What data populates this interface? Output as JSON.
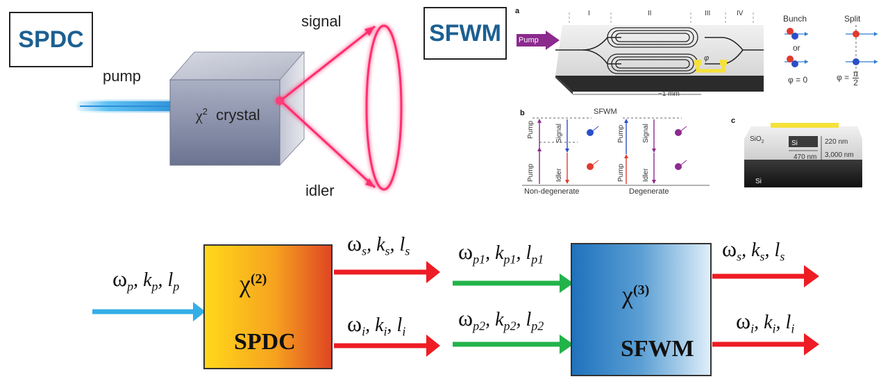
{
  "top_left": {
    "heading": "SPDC",
    "pump_label": "pump",
    "crystal_label": "crystal",
    "crystal_chi": "χ",
    "crystal_power": "2",
    "signal_label": "signal",
    "idler_label": "idler"
  },
  "top_right": {
    "heading": "SFWM",
    "panel_a": {
      "letter": "a",
      "section_labels": [
        "I",
        "II",
        "III",
        "IV"
      ],
      "pump_arrow": "Pump",
      "phase_symbol": "φ",
      "scale_label": "~1 mm",
      "bunch_label": "Bunch",
      "or_label": "or",
      "split_label": "Split",
      "bunch_phase": "φ = 0",
      "split_phase_prefix": "φ =",
      "split_phase_num": "π",
      "split_phase_den": "2"
    },
    "panel_b": {
      "letter": "b",
      "title": "SFWM",
      "left_labels": {
        "pump_top": "Pump",
        "pump_bottom": "Pump",
        "signal": "Signal",
        "idler": "Idler"
      },
      "right_labels": {
        "pump_top": "Pump",
        "pump_bottom": "Pump",
        "signal": "Signal",
        "idler": "Idler"
      },
      "caption_left": "Non-degenerate",
      "caption_right": "Degenerate"
    },
    "panel_c": {
      "letter": "c",
      "cladding": "SiO",
      "cladding_sub": "2",
      "core": "Si",
      "substrate": "Si",
      "height": "220 nm",
      "width": "470 nm",
      "box_thickness": "3,000 nm"
    }
  },
  "bottom": {
    "spdc_block": {
      "chi": "χ",
      "order": "(2)",
      "name": "SPDC"
    },
    "sfwm_block": {
      "chi": "χ",
      "order": "(3)",
      "name": "SFWM"
    },
    "spdc_input": {
      "w": "ω",
      "ws": "p",
      "k": ", k",
      "ks": "p",
      "l": ", l",
      "ls": "p"
    },
    "spdc_signal": {
      "w": "ω",
      "ws": "s",
      "k": ", k",
      "ks": "s",
      "l": ", l",
      "ls": "s"
    },
    "spdc_idler": {
      "w": "ω",
      "ws": "i",
      "k": ", k",
      "ks": "i",
      "l": ", l",
      "ls": "i"
    },
    "sfwm_pump1": {
      "w": "ω",
      "ws": "p1",
      "k": ", k",
      "ks": "p1",
      "l": ", l",
      "ls": "p1"
    },
    "sfwm_pump2": {
      "w": "ω",
      "ws": "p2",
      "k": ", k",
      "ks": "p2",
      "l": ", l",
      "ls": "p2"
    },
    "sfwm_signal": {
      "w": "ω",
      "ws": "s",
      "k": ", k",
      "ks": "s",
      "l": ", l",
      "ls": "s"
    },
    "sfwm_idler": {
      "w": "ω",
      "ws": "i",
      "k": ", k",
      "ks": "i",
      "l": ", l",
      "ls": "i"
    }
  },
  "colors": {
    "heading_text": "#1c5f91",
    "pump_beam": "#3aa7e8",
    "cone": "#ff2e6e",
    "red_arrow": "#ee1c24",
    "green_arrow": "#22b34a",
    "blue_arrow": "#35aee6",
    "purple_pump": "#8c2a8e"
  }
}
